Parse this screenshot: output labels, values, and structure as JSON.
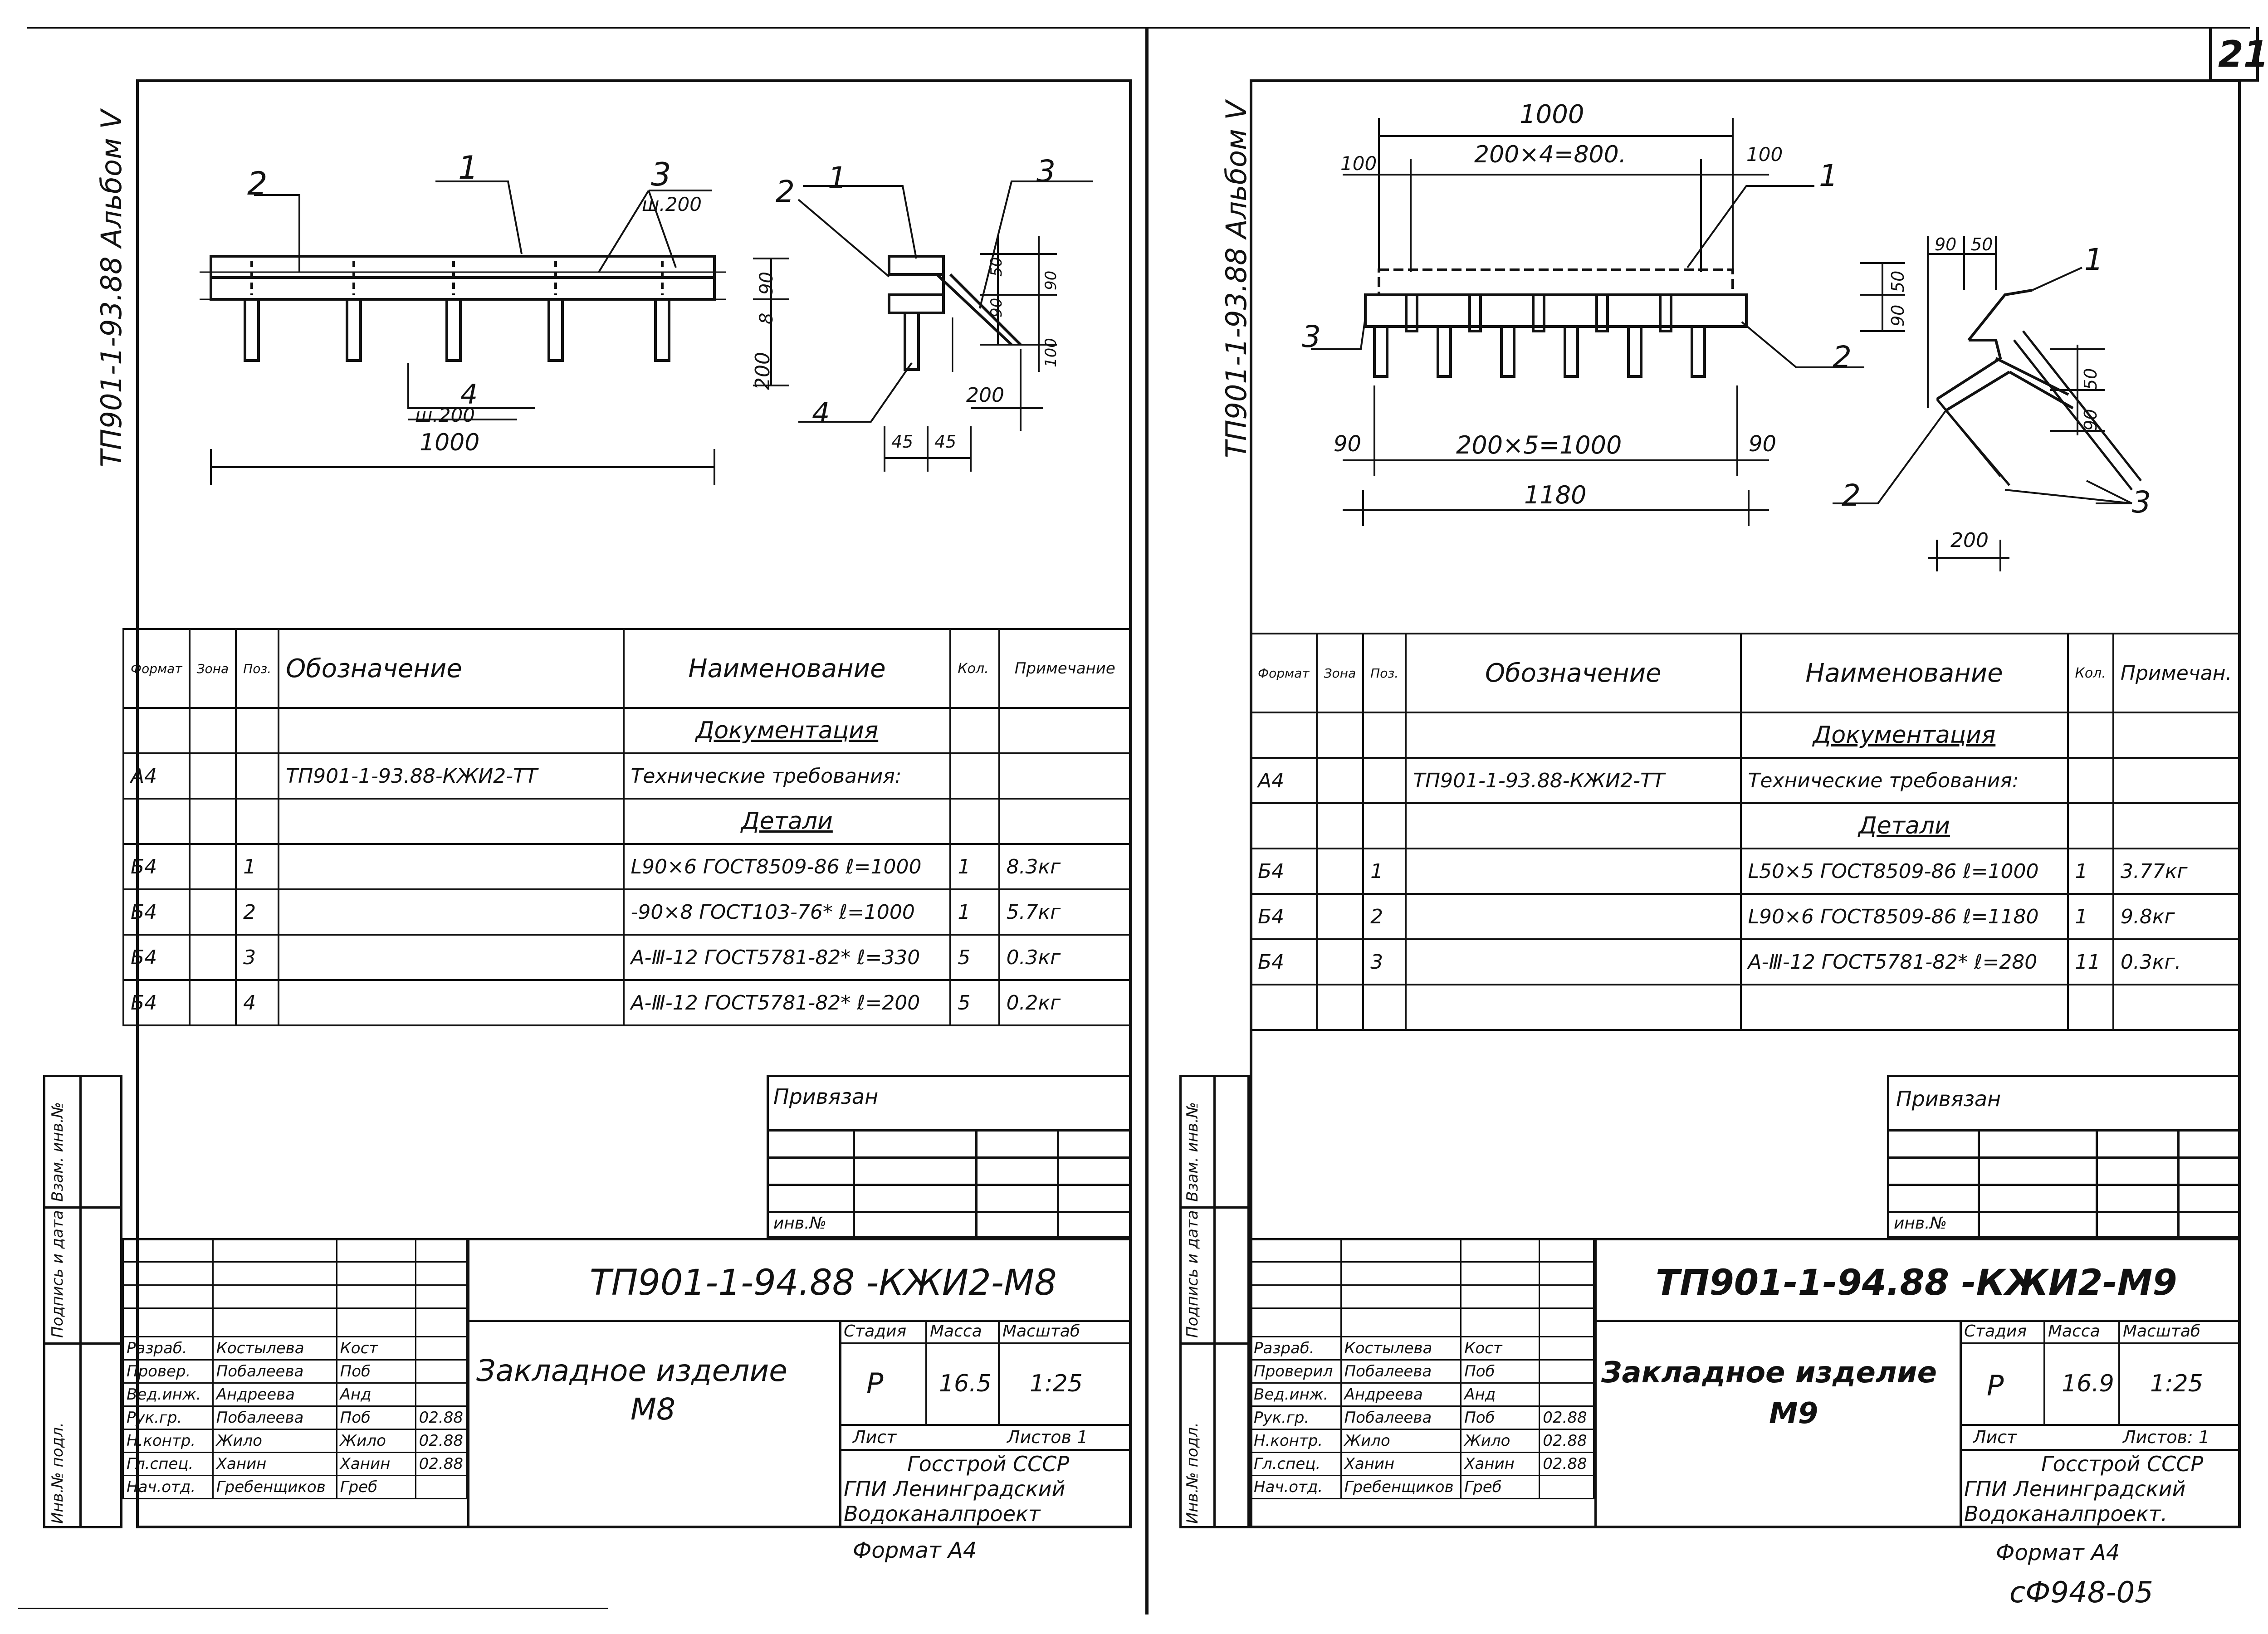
{
  "page_number": "21",
  "footer_code": "сФ948-05",
  "left": {
    "album_label": "ТП901-1-93.88 Альбом Ⅴ",
    "drawing": {
      "leaders": [
        "1",
        "2",
        "3",
        "4",
        "1",
        "2",
        "3",
        "4"
      ],
      "dims": [
        "ш.200",
        "ш.200",
        "1000",
        "90",
        "8",
        "200",
        "50",
        "90",
        "90",
        "100",
        "200",
        "45",
        "45"
      ]
    },
    "spec": {
      "headers": {
        "format": "Формат",
        "zone": "Зона",
        "pos": "Поз.",
        "designation": "Обозначение",
        "name": "Наименование",
        "qty": "Кол.",
        "note": "Примечание"
      },
      "section_doc": "Документация",
      "section_parts": "Детали",
      "rows": [
        {
          "format": "А4",
          "pos": "",
          "designation": "ТП901-1-93.88-КЖИ2-ТТ",
          "name": "Технические требования:",
          "qty": "",
          "note": ""
        },
        {
          "format": "Б4",
          "pos": "1",
          "designation": "",
          "name": "L90×6 ГОСТ8509-86  ℓ=1000",
          "qty": "1",
          "note": "8.3кг"
        },
        {
          "format": "Б4",
          "pos": "2",
          "designation": "",
          "name": "-90×8 ГОСТ103-76*  ℓ=1000",
          "qty": "1",
          "note": "5.7кг"
        },
        {
          "format": "Б4",
          "pos": "3",
          "designation": "",
          "name": "А-Ⅲ-12 ГОСТ5781-82*  ℓ=330",
          "qty": "5",
          "note": "0.3кг"
        },
        {
          "format": "Б4",
          "pos": "4",
          "designation": "",
          "name": "А-Ⅲ-12 ГОСТ5781-82*  ℓ=200",
          "qty": "5",
          "note": "0.2кг"
        }
      ]
    },
    "privyazan": "Привязан",
    "inv_no": "инв.№",
    "side_labels": [
      "Инв.№ подл.",
      "Подпись и дата",
      "Взам. инв.№"
    ],
    "title_block": {
      "code": "ТП901-1-94.88 -КЖИ2-М8",
      "title_line1": "Закладное изделие",
      "title_line2": "М8",
      "stage_label": "Стадия",
      "mass_label": "Масса",
      "scale_label": "Масштаб",
      "stage": "Р",
      "mass": "16.5",
      "scale": "1:25",
      "sheet_label": "Лист",
      "sheets_label": "Листов 1",
      "org": [
        "Госстрой СССР",
        "ГПИ Ленинградский",
        "Водоканалпроект"
      ],
      "roles": [
        {
          "role": "Разраб.",
          "name": "Костылева",
          "sign": "Кост",
          "date": ""
        },
        {
          "role": "Провер.",
          "name": "Побалеева",
          "sign": "Поб",
          "date": ""
        },
        {
          "role": "Вед.инж.",
          "name": "Андреева",
          "sign": "Анд",
          "date": ""
        },
        {
          "role": "Рук.гр.",
          "name": "Побалеева",
          "sign": "Поб",
          "date": "02.88"
        },
        {
          "role": "Н.контр.",
          "name": "Жило",
          "sign": "Жило",
          "date": "02.88"
        },
        {
          "role": "Гл.спец.",
          "name": "Ханин",
          "sign": "Ханин",
          "date": "02.88"
        },
        {
          "role": "Нач.отд.",
          "name": "Гребенщиков",
          "sign": "Греб",
          "date": ""
        }
      ]
    },
    "format_label": "Формат А4"
  },
  "right": {
    "album_label": "ТП901-1-93.88 Альбом Ⅴ",
    "drawing": {
      "leaders": [
        "1",
        "2",
        "3",
        "1",
        "2",
        "3"
      ],
      "dims": [
        "1000",
        "100",
        "200×4=800.",
        "100",
        "90",
        "50",
        "90",
        "50",
        "90",
        "50",
        "90",
        "200×5=1000",
        "90",
        "1180",
        "200"
      ]
    },
    "spec": {
      "headers": {
        "format": "Формат",
        "zone": "Зона",
        "pos": "Поз.",
        "designation": "Обозначение",
        "name": "Наименование",
        "qty": "Кол.",
        "note": "Примечан."
      },
      "section_doc": "Документация",
      "section_parts": "Детали",
      "rows": [
        {
          "format": "А4",
          "pos": "",
          "designation": "ТП901-1-93.88-КЖИ2-ТТ",
          "name": "Технические требования:",
          "qty": "",
          "note": ""
        },
        {
          "format": "Б4",
          "pos": "1",
          "designation": "",
          "name": "L50×5 ГОСТ8509-86  ℓ=1000",
          "qty": "1",
          "note": "3.77кг"
        },
        {
          "format": "Б4",
          "pos": "2",
          "designation": "",
          "name": "L90×6 ГОСТ8509-86  ℓ=1180",
          "qty": "1",
          "note": "9.8кг"
        },
        {
          "format": "Б4",
          "pos": "3",
          "designation": "",
          "name": "А-Ⅲ-12 ГОСТ5781-82*  ℓ=280",
          "qty": "11",
          "note": "0.3кг."
        }
      ]
    },
    "privyazan": "Привязан",
    "inv_no": "инв.№",
    "side_labels": [
      "Инв.№ подл.",
      "Подпись и дата",
      "Взам. инв.№"
    ],
    "title_block": {
      "code": "ТП901-1-94.88  -КЖИ2-М9",
      "title_line1": "Закладное изделие",
      "title_line2": "М9",
      "stage_label": "Стадия",
      "mass_label": "Масса",
      "scale_label": "Масштаб",
      "stage": "Р",
      "mass": "16.9",
      "scale": "1:25",
      "sheet_label": "Лист",
      "sheets_label": "Листов: 1",
      "org": [
        "Госстрой СССР",
        "ГПИ Ленинградский",
        "Водоканалпроект."
      ],
      "roles": [
        {
          "role": "Разраб.",
          "name": "Костылева",
          "sign": "Кост",
          "date": ""
        },
        {
          "role": "Проверил",
          "name": "Побалеева",
          "sign": "Поб",
          "date": ""
        },
        {
          "role": "Вед.инж.",
          "name": "Андреева",
          "sign": "Анд",
          "date": ""
        },
        {
          "role": "Рук.гр.",
          "name": "Побалеева",
          "sign": "Поб",
          "date": "02.88"
        },
        {
          "role": "Н.контр.",
          "name": "Жило",
          "sign": "Жило",
          "date": "02.88"
        },
        {
          "role": "Гл.спец.",
          "name": "Ханин",
          "sign": "Ханин",
          "date": "02.88"
        },
        {
          "role": "Нач.отд.",
          "name": "Гребенщиков",
          "sign": "Греб",
          "date": ""
        }
      ]
    },
    "format_label": "Формат А4"
  }
}
